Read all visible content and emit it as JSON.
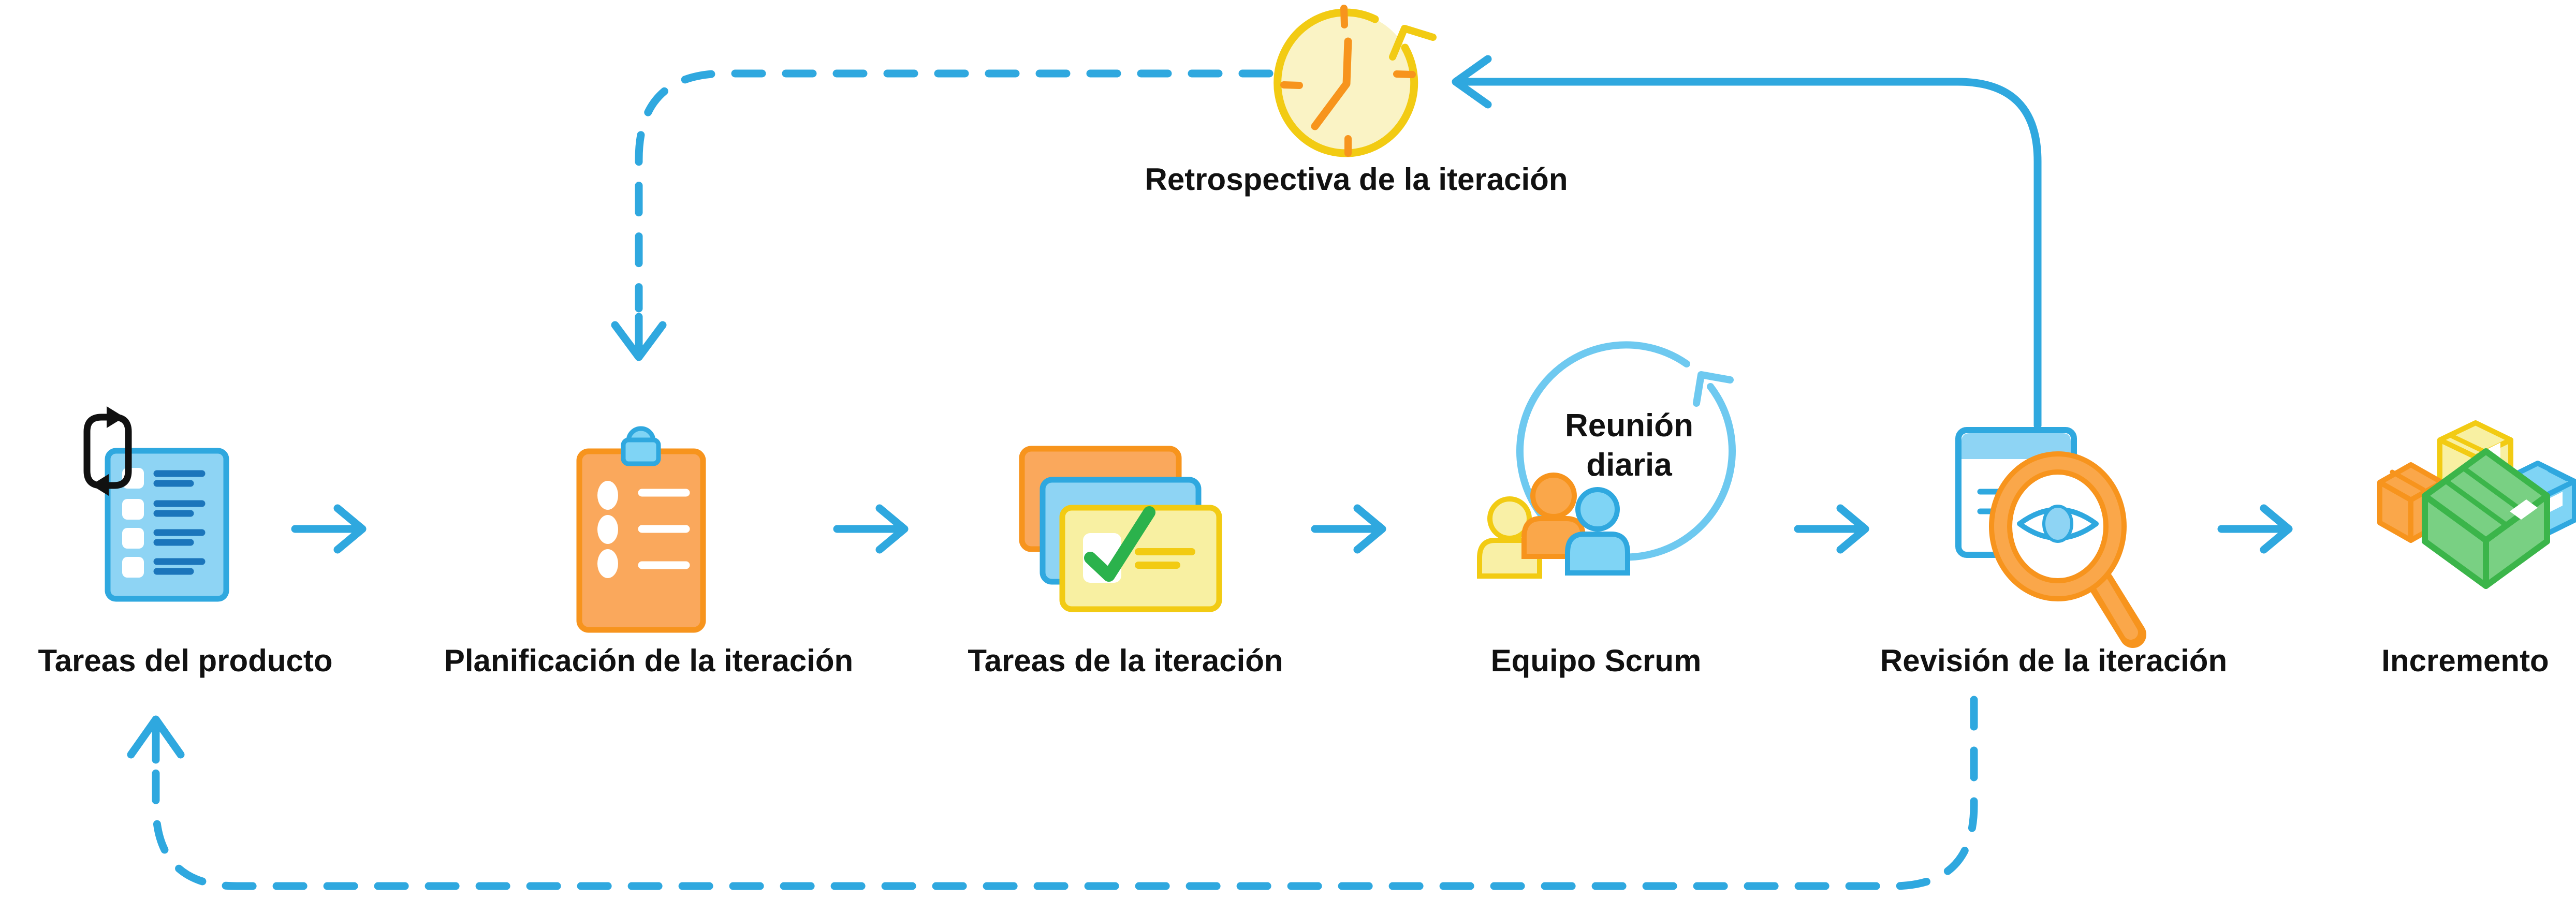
{
  "steps": [
    {
      "label": "Tareas del producto",
      "icon": "product-backlog-icon"
    },
    {
      "label": "Planificación de la iteración",
      "icon": "sprint-planning-clipboard-icon"
    },
    {
      "label": "Tareas de la iteración",
      "icon": "sprint-backlog-cards-icon"
    },
    {
      "label": "Equipo Scrum",
      "icon": "scrum-team-icon"
    },
    {
      "label": "Revisión de la iteración",
      "icon": "sprint-review-icon"
    },
    {
      "label": "Incremento",
      "icon": "increment-boxes-icon"
    }
  ],
  "retrospective": {
    "label": "Retrospectiva de la iteración",
    "icon": "retrospective-clock-icon"
  },
  "daily_meeting": {
    "line1": "Reunión",
    "line2": "diaria"
  },
  "colors": {
    "arrow_blue": "#2FA8DF",
    "blue_fill": "#8ED4F4",
    "clip_blue": "#7FD4F5",
    "dark_blue": "#1B75BB",
    "circle_blue": "#6EC9F0",
    "orange": "#F7941D",
    "orange_fill": "#FAA85C",
    "orange_light": "#FAA74A",
    "yellow": "#F2CB13",
    "yellow_fill": "#F8F0A2",
    "clock_fill": "#FAF3C5",
    "person_yellow": "#F9F0A6",
    "green": "#2BB24C",
    "green_fill": "#79D083",
    "green_stroke": "#3BB54A",
    "black": "#111111",
    "text": "#111111"
  }
}
